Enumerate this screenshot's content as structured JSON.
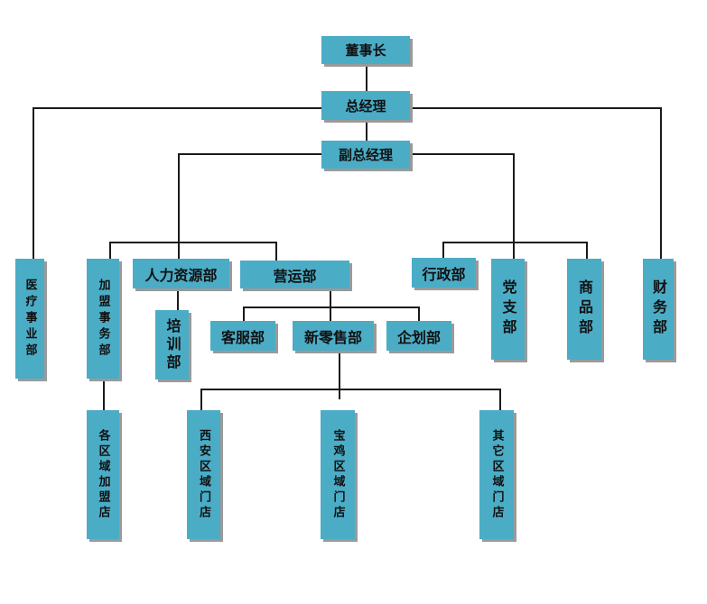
{
  "org_chart": {
    "chairman": "董事长",
    "general_manager": "总经理",
    "deputy_general_manager": "副总经理",
    "medical_division": "医疗事业部",
    "franchise_department": "加盟事务部",
    "hr_department": "人力资源部",
    "operations_department": "营运部",
    "admin_department": "行政部",
    "party_branch": "党支部",
    "merchandise_department": "商品部",
    "finance_department": "财务部",
    "training_department": "培训部",
    "customer_service_department": "客服部",
    "new_retail_department": "新零售部",
    "planning_department": "企划部",
    "regional_franchise_stores": "各区域加盟店",
    "xian_regional_stores": "西安区域门店",
    "baoji_regional_stores": "宝鸡区域门店",
    "other_regional_stores": "其它区域门店"
  }
}
